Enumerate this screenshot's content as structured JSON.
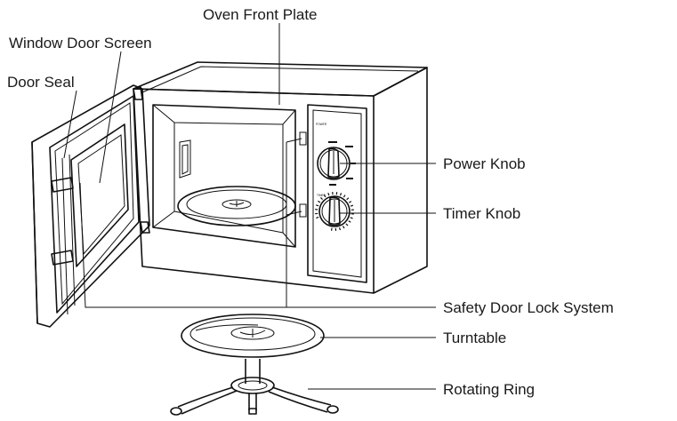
{
  "labels": {
    "oven_front_plate": "Oven Front Plate",
    "window_door_screen": "Window Door Screen",
    "door_seal": "Door Seal",
    "power_knob": "Power Knob",
    "timer_knob": "Timer Knob",
    "safety_door_lock_system": "Safety Door Lock System",
    "turntable": "Turntable",
    "rotating_ring": "Rotating Ring"
  },
  "control_panel": {
    "power_heading": "POWER",
    "timer_heading": "TIMER"
  },
  "colors": {
    "line": "#111111",
    "background": "#ffffff",
    "text": "#1a1a1a"
  }
}
